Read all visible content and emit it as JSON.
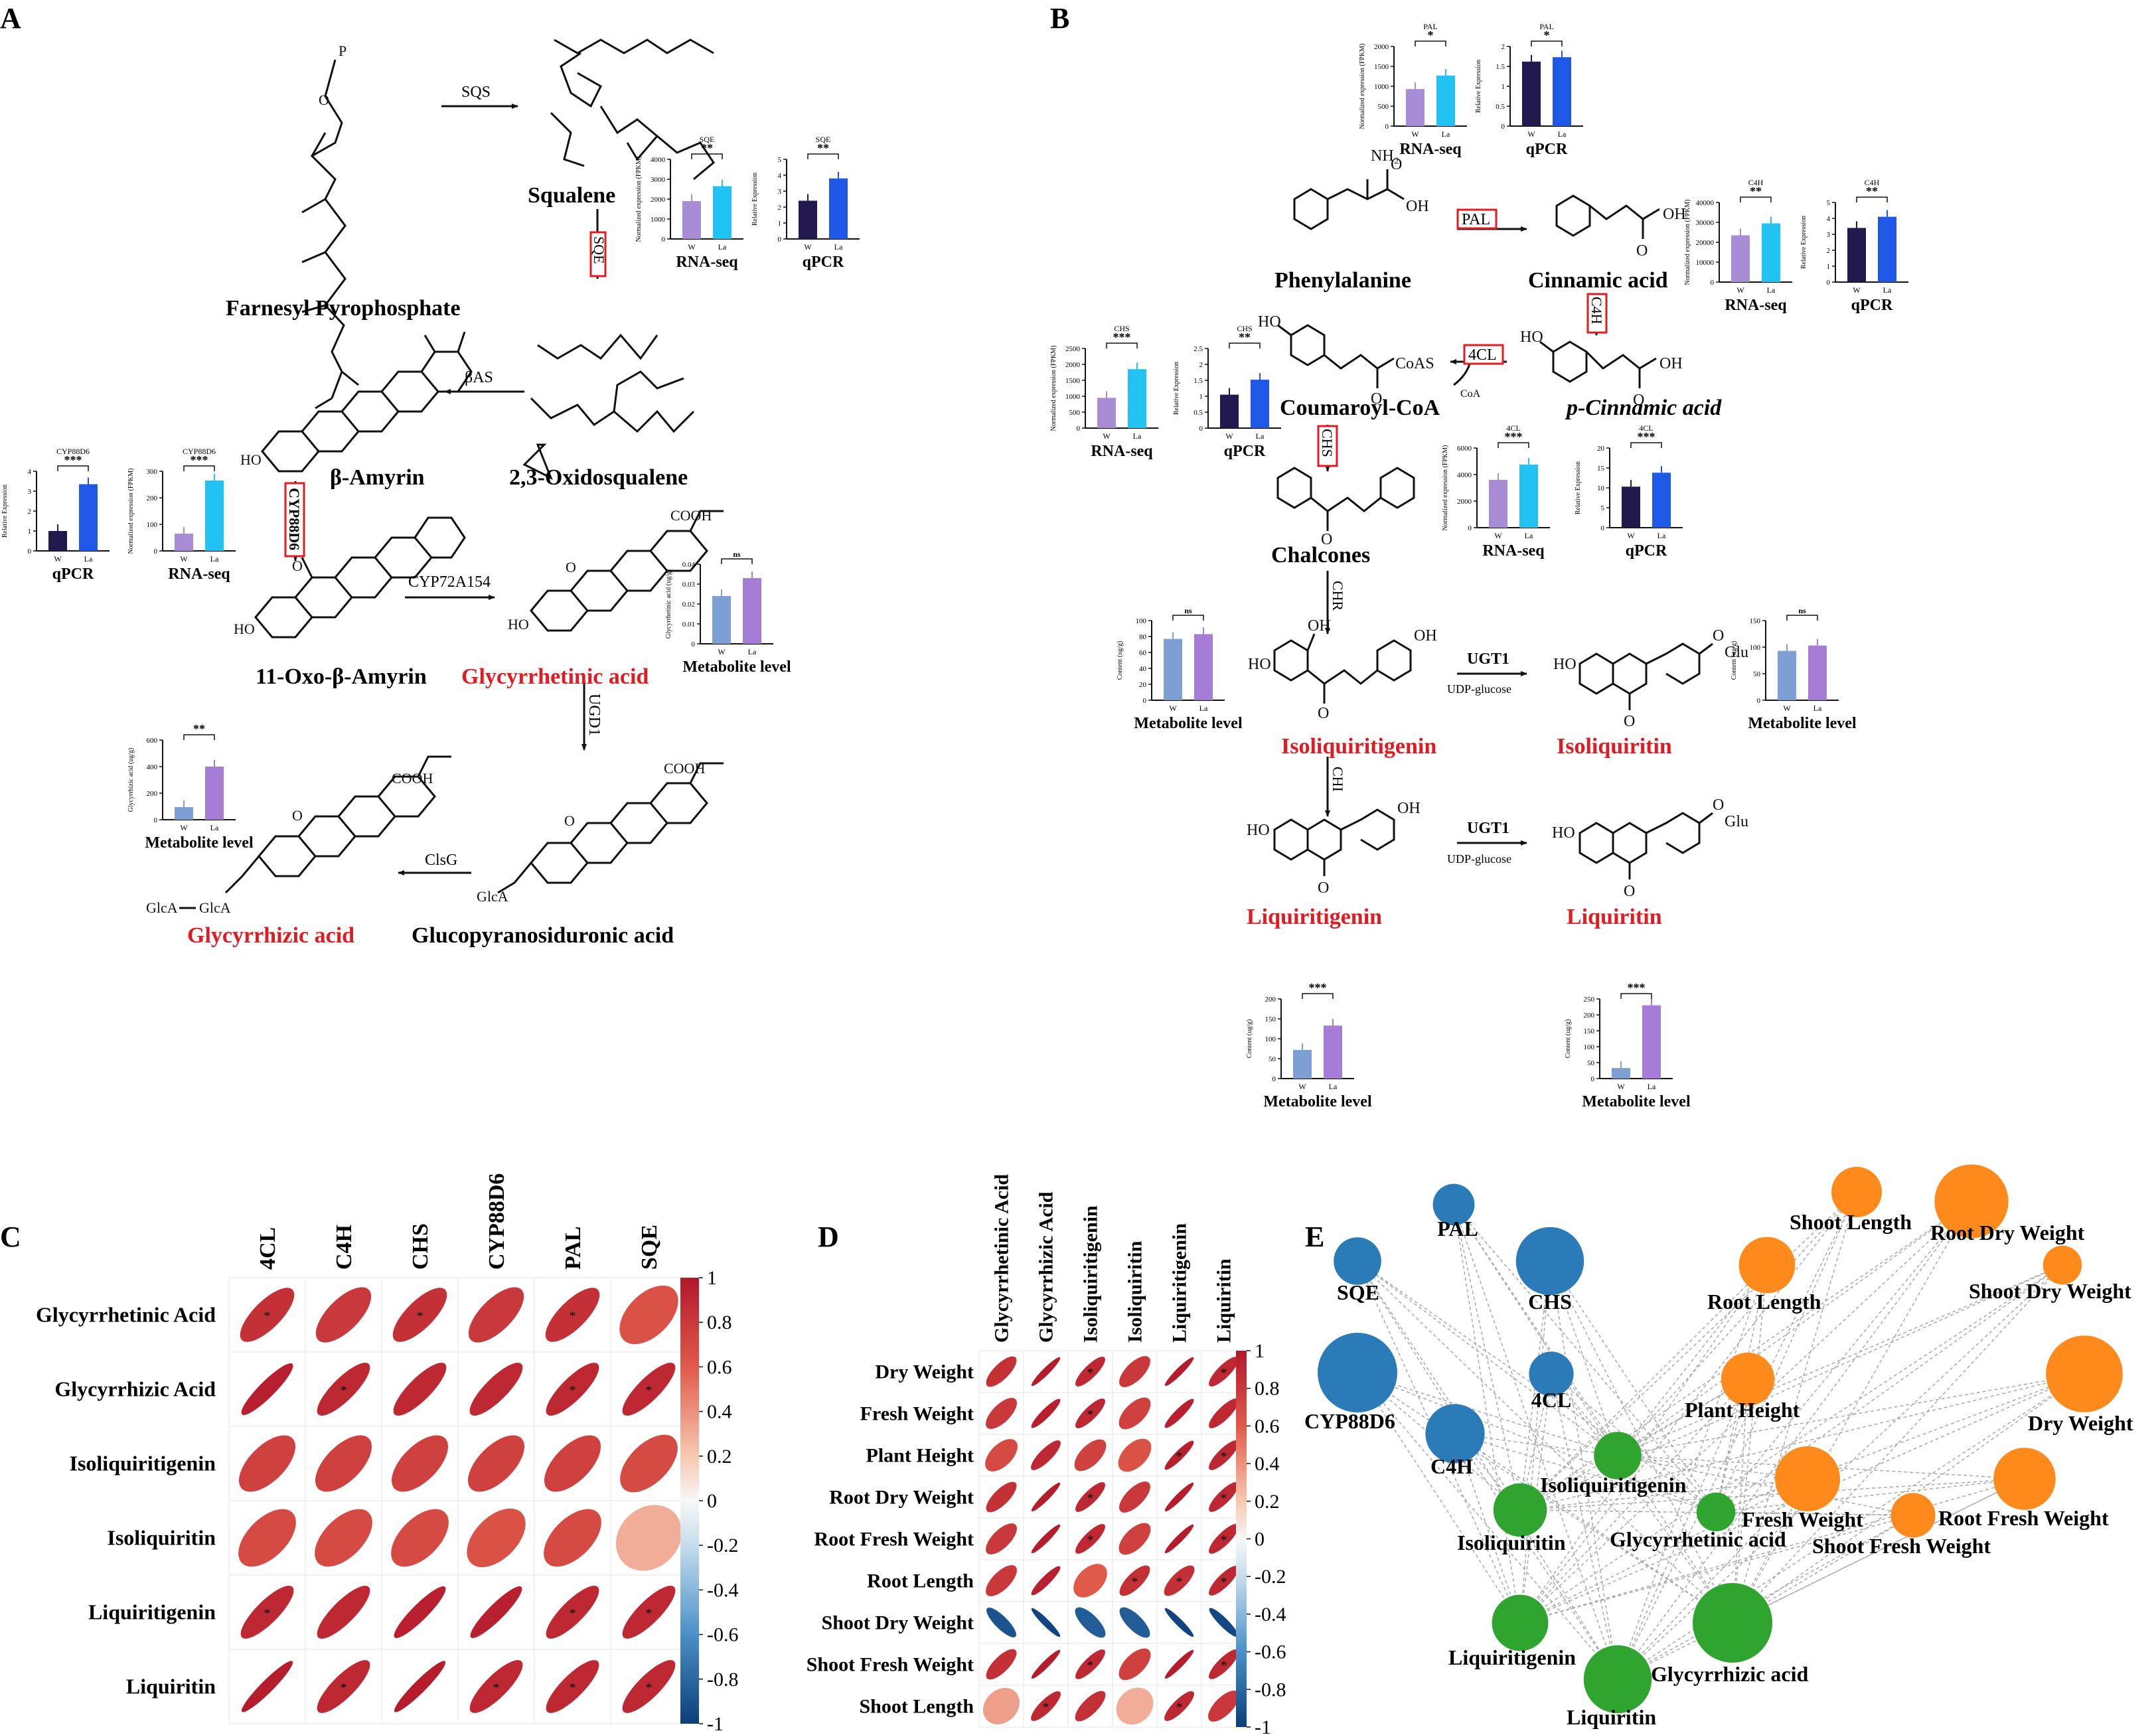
{
  "panels": {
    "A": "A",
    "B": "B",
    "C": "C",
    "D": "D",
    "E": "E"
  },
  "colors": {
    "w_rna": "#a98cd6",
    "la_rna": "#22c3f3",
    "w_q": "#24194f",
    "la_q": "#1f58e6",
    "w_met": "#7e9fd4",
    "la_met": "#a67dd6",
    "red": "#e11b22",
    "blue_node": "#2a7bb7",
    "orange_node": "#ff8a1c",
    "green_node": "#2fa52f"
  },
  "pathway_a": {
    "compounds": {
      "fpp": "Farnesyl Pyrophosphate",
      "squalene": "Squalene",
      "oxido": "2,3-Oxidosqualene",
      "bamyrin": "β-Amyrin",
      "oxo": "11-Oxo-β-Amyrin",
      "gra": "Glycyrrhetinic acid",
      "gpa": "Glucopyranosiduronic acid",
      "gza": "Glycyrrhizic acid"
    },
    "enzymes": {
      "sqs": "SQS",
      "sqe": "SQE",
      "bas": "βAS",
      "cyp88": "CYP88D6",
      "cyp72": "CYP72A154",
      "ugd": "UGD1",
      "clsg": "ClsG"
    },
    "atoms": {
      "p": "P",
      "o": "O",
      "ho": "HO",
      "cooh": "COOH",
      "glca1": "GlcA",
      "glca2": "GlcA"
    }
  },
  "pathway_b": {
    "compounds": {
      "phe": "Phenylalanine",
      "cin": "Cinnamic acid",
      "pcin": "p-Cinnamic acid",
      "cou": "Coumaroyl-CoA",
      "chal": "Chalcones",
      "isol": "Isoliquiritigenin",
      "isolt": "Isoliquiritin",
      "liq": "Liquiritigenin",
      "liqt": "Liquiritin"
    },
    "enzymes": {
      "pal": "PAL",
      "c4h": "C4H",
      "cl4": "4CL",
      "chs": "CHS",
      "chr": "CHR",
      "chi": "CHI",
      "ugt1": "UGT1",
      "ugt2": "UGT1",
      "udp1": "UDP-glucose",
      "udp2": "UDP-glucose",
      "coa": "CoA"
    },
    "atoms": {
      "nh2": "NH₂",
      "oh": "OH",
      "o": "O",
      "coas": "CoAS",
      "ho": "HO",
      "glu": "Glu"
    }
  },
  "small_labels": {
    "rna": "RNA-seq",
    "qpcr": "qPCR",
    "met": "Metabolite level",
    "w": "W",
    "la": "La"
  },
  "bar_charts": [
    {
      "id": "sqe_rna",
      "type": "bar",
      "title": "SQE",
      "ylabel": "Normalized expression (FPKM)",
      "xlabel": "RNA-seq",
      "ylim": [
        0,
        4000
      ],
      "ticks": [
        0,
        1000,
        2000,
        3000,
        4000
      ],
      "values": [
        1900,
        2650
      ],
      "sig": "**",
      "colors": [
        "#a98cd6",
        "#22c3f3"
      ]
    },
    {
      "id": "sqe_q",
      "type": "bar",
      "title": "SQE",
      "ylabel": "Relative Expression",
      "xlabel": "qPCR",
      "ylim": [
        0,
        5
      ],
      "ticks": [
        0,
        1,
        2,
        3,
        4,
        5
      ],
      "values": [
        2.4,
        3.8
      ],
      "sig": "**",
      "colors": [
        "#24194f",
        "#1f58e6"
      ]
    },
    {
      "id": "cyp_q",
      "type": "bar",
      "title": "CYP88D6",
      "ylabel": "Relative Expression",
      "xlabel": "qPCR",
      "ylim": [
        0,
        4
      ],
      "ticks": [
        0,
        1,
        2,
        3,
        4
      ],
      "values": [
        1.0,
        3.35
      ],
      "sig": "***",
      "colors": [
        "#24194f",
        "#1f58e6"
      ]
    },
    {
      "id": "cyp_rna",
      "type": "bar",
      "title": "CYP88D6",
      "ylabel": "Normalized expression (FPKM)",
      "xlabel": "RNA-seq",
      "ylim": [
        0,
        300
      ],
      "ticks": [
        0,
        100,
        200,
        300
      ],
      "values": [
        65,
        265
      ],
      "sig": "***",
      "colors": [
        "#a98cd6",
        "#22c3f3"
      ]
    },
    {
      "id": "gra_met",
      "type": "bar",
      "title": "",
      "ylabel": "Glycyrrhetinic acid (ug/g)",
      "xlabel": "Metabolite level",
      "ylim": [
        0,
        0.04
      ],
      "ticks": [
        0,
        0.01,
        0.02,
        0.03,
        0.04
      ],
      "values": [
        0.024,
        0.033
      ],
      "sig": "ns",
      "colors": [
        "#7e9fd4",
        "#a67dd6"
      ]
    },
    {
      "id": "gza_met",
      "type": "bar",
      "title": "",
      "ylabel": "Glycyrrhizic acid (ug/g)",
      "xlabel": "Metabolite level",
      "ylim": [
        0,
        600
      ],
      "ticks": [
        0,
        200,
        400,
        600
      ],
      "values": [
        95,
        400
      ],
      "sig": "**",
      "colors": [
        "#7e9fd4",
        "#a67dd6"
      ]
    },
    {
      "id": "pal_rna",
      "type": "bar",
      "title": "PAL",
      "ylabel": "Normalized expression (FPKM)",
      "xlabel": "RNA-seq",
      "ylim": [
        0,
        2000
      ],
      "ticks": [
        0,
        500,
        1000,
        1500,
        2000
      ],
      "values": [
        930,
        1270
      ],
      "sig": "*",
      "colors": [
        "#a98cd6",
        "#22c3f3"
      ]
    },
    {
      "id": "pal_q",
      "type": "bar",
      "title": "PAL",
      "ylabel": "Relative Expression",
      "xlabel": "qPCR",
      "ylim": [
        0,
        2.0
      ],
      "ticks": [
        0,
        0.5,
        1.0,
        1.5,
        2.0
      ],
      "values": [
        1.62,
        1.73
      ],
      "sig": "*",
      "colors": [
        "#24194f",
        "#1f58e6"
      ]
    },
    {
      "id": "c4h_rna",
      "type": "bar",
      "title": "C4H",
      "ylabel": "Normalized expression (FPKM)",
      "xlabel": "RNA-seq",
      "ylim": [
        0,
        40000
      ],
      "ticks": [
        0,
        10000,
        20000,
        30000,
        40000
      ],
      "values": [
        23500,
        29500
      ],
      "sig": "**",
      "colors": [
        "#a98cd6",
        "#22c3f3"
      ]
    },
    {
      "id": "c4h_q",
      "type": "bar",
      "title": "C4H",
      "ylabel": "Relative Expression",
      "xlabel": "qPCR",
      "ylim": [
        0,
        5
      ],
      "ticks": [
        0,
        1,
        2,
        3,
        4,
        5
      ],
      "values": [
        3.4,
        4.1
      ],
      "sig": "**",
      "colors": [
        "#24194f",
        "#1f58e6"
      ]
    },
    {
      "id": "chs_rna",
      "type": "bar",
      "title": "CHS",
      "ylabel": "Normalized expression (FPKM)",
      "xlabel": "RNA-seq",
      "ylim": [
        0,
        2500
      ],
      "ticks": [
        0,
        500,
        1000,
        1500,
        2000,
        2500
      ],
      "values": [
        950,
        1850
      ],
      "sig": "***",
      "colors": [
        "#a98cd6",
        "#22c3f3"
      ]
    },
    {
      "id": "chs_q",
      "type": "bar",
      "title": "CHS",
      "ylabel": "Relative Expression",
      "xlabel": "qPCR",
      "ylim": [
        0,
        2.5
      ],
      "ticks": [
        0,
        0.5,
        1.0,
        1.5,
        2.0,
        2.5
      ],
      "values": [
        1.05,
        1.52
      ],
      "sig": "**",
      "colors": [
        "#24194f",
        "#1f58e6"
      ]
    },
    {
      "id": "cl4_rna",
      "type": "bar",
      "title": "4CL",
      "ylabel": "Normalized expression (FPKM)",
      "xlabel": "RNA-seq",
      "ylim": [
        0,
        6000
      ],
      "ticks": [
        0,
        2000,
        4000,
        6000
      ],
      "values": [
        3600,
        4750
      ],
      "sig": "***",
      "colors": [
        "#a98cd6",
        "#22c3f3"
      ]
    },
    {
      "id": "cl4_q",
      "type": "bar",
      "title": "4CL",
      "ylabel": "Relative Expression",
      "xlabel": "qPCR",
      "ylim": [
        0,
        20
      ],
      "ticks": [
        0,
        5,
        10,
        15,
        20
      ],
      "values": [
        10.3,
        13.8
      ],
      "sig": "***",
      "colors": [
        "#24194f",
        "#1f58e6"
      ]
    },
    {
      "id": "isol_met",
      "type": "bar",
      "title": "",
      "ylabel": "Content (ug/g)",
      "xlabel": "Metabolite level",
      "ylim": [
        0,
        100
      ],
      "ticks": [
        0,
        20,
        40,
        60,
        80,
        100
      ],
      "values": [
        77,
        83
      ],
      "sig": "ns",
      "colors": [
        "#7e9fd4",
        "#a67dd6"
      ]
    },
    {
      "id": "isolt_met",
      "type": "bar",
      "title": "",
      "ylabel": "Content (ug/g)",
      "xlabel": "Metabolite level",
      "ylim": [
        0,
        150
      ],
      "ticks": [
        0,
        50,
        100,
        150
      ],
      "values": [
        93,
        103
      ],
      "sig": "ns",
      "colors": [
        "#7e9fd4",
        "#a67dd6"
      ]
    },
    {
      "id": "liq_met",
      "type": "bar",
      "title": "",
      "ylabel": "Content (ug/g)",
      "xlabel": "Metabolite level",
      "ylim": [
        0,
        200
      ],
      "ticks": [
        0,
        50,
        100,
        150,
        200
      ],
      "values": [
        72,
        133
      ],
      "sig": "***",
      "colors": [
        "#7e9fd4",
        "#a67dd6"
      ]
    },
    {
      "id": "liqt_met",
      "type": "bar",
      "title": "",
      "ylabel": "Content (ug/g)",
      "xlabel": "Metabolite level",
      "ylim": [
        0,
        250
      ],
      "ticks": [
        0,
        50,
        100,
        150,
        200,
        250
      ],
      "values": [
        33,
        230
      ],
      "sig": "***",
      "colors": [
        "#7e9fd4",
        "#a67dd6"
      ]
    }
  ],
  "chart_data": [
    {
      "type": "heatmap",
      "id": "C",
      "columns": [
        "4CL",
        "C4H",
        "CHS",
        "CYP88D6",
        "PAL",
        "SQE"
      ],
      "rows": [
        "Glycyrrhetinic Acid",
        "Glycyrrhizic Acid",
        "Isoliquiritigenin",
        "Isoliquiritin",
        "Liquiritigenin",
        "Liquiritin"
      ],
      "values": [
        [
          0.85,
          0.8,
          0.85,
          0.8,
          0.85,
          0.65
        ],
        [
          0.95,
          0.9,
          0.9,
          0.9,
          0.9,
          0.9
        ],
        [
          0.75,
          0.75,
          0.75,
          0.75,
          0.75,
          0.7
        ],
        [
          0.7,
          0.7,
          0.7,
          0.65,
          0.7,
          0.3
        ],
        [
          0.9,
          0.9,
          0.95,
          0.95,
          0.9,
          0.9
        ],
        [
          0.97,
          0.9,
          0.97,
          0.9,
          0.9,
          0.9
        ]
      ],
      "sig": [
        [
          1,
          0,
          1,
          0,
          1,
          0
        ],
        [
          0,
          1,
          0,
          0,
          1,
          1
        ],
        [
          0,
          0,
          0,
          0,
          0,
          0
        ],
        [
          0,
          0,
          0,
          0,
          0,
          0
        ],
        [
          1,
          0,
          0,
          0,
          1,
          1
        ],
        [
          0,
          1,
          0,
          1,
          1,
          1
        ]
      ],
      "scale": {
        "min": -1,
        "max": 1,
        "ticks": [
          "1",
          "0.8",
          "0.6",
          "0.4",
          "0.2",
          "0",
          "-0.2",
          "-0.4",
          "-0.6",
          "-0.8",
          "-1"
        ]
      }
    },
    {
      "type": "heatmap",
      "id": "D",
      "columns": [
        "Glycyrrhetinic Acid",
        "Glycyrrhizic Acid",
        "Isoliquiritigenin",
        "Isoliquiritin",
        "Liquiritigenin",
        "Liquiritin"
      ],
      "rows": [
        "Dry Weight",
        "Fresh Weight",
        "Plant Height",
        "Root Dry Weight",
        "Root Fresh Weight",
        "Root Length",
        "Shoot Dry Weight",
        "Shoot Fresh Weight",
        "Shoot Length"
      ],
      "values": [
        [
          0.85,
          0.97,
          0.9,
          0.8,
          0.97,
          0.9
        ],
        [
          0.8,
          0.95,
          0.9,
          0.75,
          0.95,
          0.9
        ],
        [
          0.7,
          0.9,
          0.75,
          0.65,
          0.95,
          0.9
        ],
        [
          0.85,
          0.97,
          0.9,
          0.8,
          0.97,
          0.9
        ],
        [
          0.8,
          0.97,
          0.9,
          0.75,
          0.97,
          0.9
        ],
        [
          0.8,
          0.95,
          0.6,
          0.85,
          0.85,
          0.9
        ],
        [
          -0.9,
          -0.97,
          -0.85,
          -0.85,
          -0.97,
          -0.95
        ],
        [
          0.85,
          0.97,
          0.9,
          0.75,
          0.97,
          0.9
        ],
        [
          0.35,
          0.9,
          0.85,
          0.3,
          0.9,
          0.8
        ]
      ],
      "sig": [
        [
          0,
          0,
          1,
          0,
          0,
          1
        ],
        [
          0,
          0,
          1,
          0,
          0,
          0
        ],
        [
          0,
          0,
          0,
          0,
          1,
          1
        ],
        [
          0,
          0,
          1,
          0,
          0,
          1
        ],
        [
          0,
          0,
          1,
          0,
          0,
          1
        ],
        [
          0,
          0,
          0,
          1,
          1,
          1
        ],
        [
          0,
          0,
          0,
          0,
          0,
          0
        ],
        [
          0,
          0,
          1,
          0,
          0,
          1
        ],
        [
          0,
          1,
          0,
          0,
          1,
          0
        ]
      ],
      "scale": {
        "min": -1,
        "max": 1,
        "ticks": [
          "1",
          "0.8",
          "0.6",
          "0.4",
          "0.2",
          "0",
          "-0.2",
          "-0.4",
          "-0.6",
          "-0.8",
          "-1"
        ]
      }
    }
  ],
  "network": {
    "nodes": [
      {
        "id": "PAL",
        "label": "PAL",
        "group": "gene",
        "size": 0.35
      },
      {
        "id": "SQE",
        "label": "SQE",
        "group": "gene",
        "size": 0.45
      },
      {
        "id": "CHS",
        "label": "CHS",
        "group": "gene",
        "size": 0.8
      },
      {
        "id": "4CL",
        "label": "4CL",
        "group": "gene",
        "size": 0.4
      },
      {
        "id": "CYP88D6",
        "label": "CYP88D6",
        "group": "gene",
        "size": 1.0
      },
      {
        "id": "C4H",
        "label": "C4H",
        "group": "gene",
        "size": 0.65
      },
      {
        "id": "SL",
        "label": "Shoot Length",
        "group": "trait",
        "size": 0.5
      },
      {
        "id": "RDW",
        "label": "Root Dry Weight",
        "group": "trait",
        "size": 0.9
      },
      {
        "id": "RL",
        "label": "Root Length",
        "group": "trait",
        "size": 0.6
      },
      {
        "id": "SDW",
        "label": "Shoot Dry Weight",
        "group": "trait",
        "size": 0.3
      },
      {
        "id": "PH",
        "label": "Plant Height",
        "group": "trait",
        "size": 0.55
      },
      {
        "id": "DW",
        "label": "Dry Weight",
        "group": "trait",
        "size": 0.95
      },
      {
        "id": "FW",
        "label": "Fresh Weight",
        "group": "trait",
        "size": 0.75
      },
      {
        "id": "RFW",
        "label": "Root Fresh Weight",
        "group": "trait",
        "size": 0.7
      },
      {
        "id": "SFW",
        "label": "Shoot Fresh Weight",
        "group": "trait",
        "size": 0.4
      },
      {
        "id": "ISOL",
        "label": "Isoliquiritigenin",
        "group": "metabolite",
        "size": 0.45
      },
      {
        "id": "GRA",
        "label": "Glycyrrhetinic acid",
        "group": "metabolite",
        "size": 0.3
      },
      {
        "id": "ISOLT",
        "label": "Isoliquiritin",
        "group": "metabolite",
        "size": 0.55
      },
      {
        "id": "LIQ",
        "label": "Liquiritigenin",
        "group": "metabolite",
        "size": 0.6
      },
      {
        "id": "GZA",
        "label": "Glycyrrhizic acid",
        "group": "metabolite",
        "size": 1.0
      },
      {
        "id": "LIQT",
        "label": "Liquiritin",
        "group": "metabolite",
        "size": 0.8
      }
    ]
  }
}
